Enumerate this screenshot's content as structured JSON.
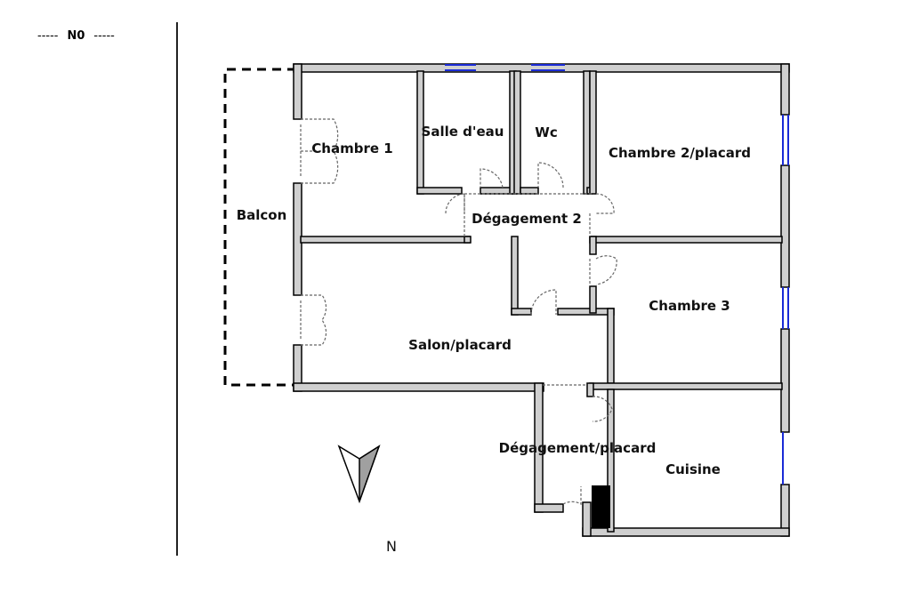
{
  "legend": {
    "dash_left": "-----",
    "level": "N0",
    "dash_right": "-----"
  },
  "rooms": {
    "chambre1": "Chambre 1",
    "salle_eau": "Salle d'eau",
    "wc": "Wc",
    "chambre2": "Chambre 2/placard",
    "balcon": "Balcon",
    "degagement2": "Dégagement 2",
    "chambre3": "Chambre 3",
    "salon": "Salon/placard",
    "degagement_placard": "Dégagement/placard",
    "cuisine": "Cuisine"
  },
  "compass": {
    "label": "N"
  },
  "colors": {
    "wall": "#cfcfcf",
    "outline": "#000000",
    "window": "#1a2bd6",
    "door": "#666666"
  }
}
